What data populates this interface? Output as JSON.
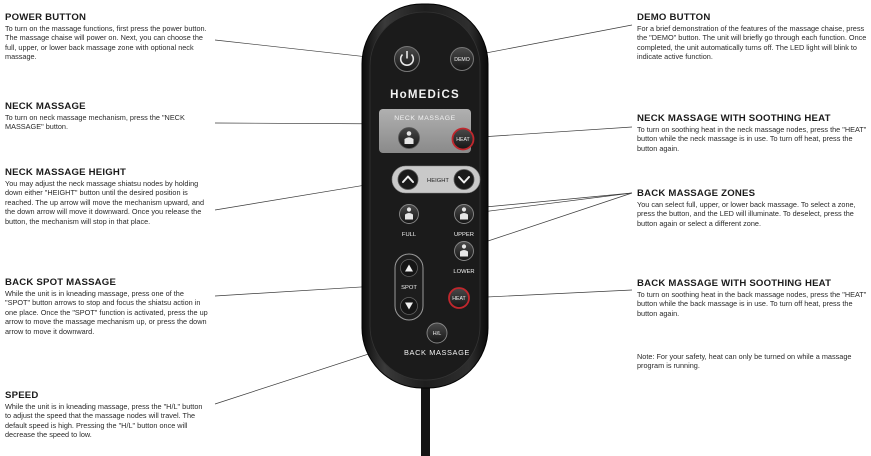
{
  "callouts": {
    "power": {
      "title": "POWER BUTTON",
      "text": "To turn on the massage functions, first press the power button. The massage chaise will power on. Next, you can choose the full, upper, or lower back massage zone with optional neck massage."
    },
    "neck": {
      "title": "NECK MASSAGE",
      "text": "To turn on neck massage mechanism, press the \"NECK MASSAGE\" button."
    },
    "height": {
      "title": "NECK MASSAGE HEIGHT",
      "text": "You may adjust the neck massage shiatsu nodes by holding down either \"HEIGHT\" button until the desired position is reached. The up arrow will move the mechanism upward, and the down arrow will move it downward. Once you release the button, the mechanism will stop in that place."
    },
    "spot": {
      "title": "BACK SPOT MASSAGE",
      "text": "While the unit is in kneading massage, press one of the \"SPOT\" button arrows to stop and focus the shiatsu action in one place. Once the \"SPOT\" function is activated, press the up arrow to move the massage mechanism up, or press the down arrow to move it downward."
    },
    "speed": {
      "title": "SPEED",
      "text": "While the unit is in kneading massage, press the \"H/L\" button to adjust the speed that the massage nodes will travel. The default speed is high. Pressing the \"H/L\" button once will decrease the speed to low."
    },
    "demo": {
      "title": "DEMO BUTTON",
      "text": "For a brief demonstration of the features of the massage chaise, press the \"DEMO\" button. The unit will briefly go through each function. Once completed, the unit automatically turns off. The LED light will blink to indicate active function."
    },
    "neck_heat": {
      "title": "NECK MASSAGE WITH SOOTHING HEAT",
      "text": "To turn on soothing heat in the neck massage nodes, press the \"HEAT\" button while the neck massage is in use. To turn off heat, press the button again."
    },
    "zones": {
      "title": "BACK MASSAGE ZONES",
      "text": "You can select full, upper, or lower back massage. To select a zone, press the button, and the LED will illuminate. To deselect, press the button again or select a different zone."
    },
    "back_heat": {
      "title": "BACK MASSAGE WITH SOOTHING HEAT",
      "text": "To turn on soothing heat in the back massage nodes, press the \"HEAT\" button while the back massage is in use. To turn off heat, press the button again."
    },
    "note": {
      "text": "Note: For your safety, heat can only be turned on while a massage program is running."
    }
  },
  "remote": {
    "brand": "HoMEDiCS",
    "demo": "DEMO",
    "neck_massage": "NECK MASSAGE",
    "heat": "HEAT",
    "height": "HEIGHT",
    "full": "FULL",
    "upper": "UPPER",
    "lower": "LOWER",
    "spot": "SPOT",
    "hl": "H/L",
    "back_massage": "BACK MASSAGE"
  },
  "colors": {
    "body": "#1c1c1c",
    "panel": "#9a9a9a",
    "heat_ring": "#c0272d"
  }
}
